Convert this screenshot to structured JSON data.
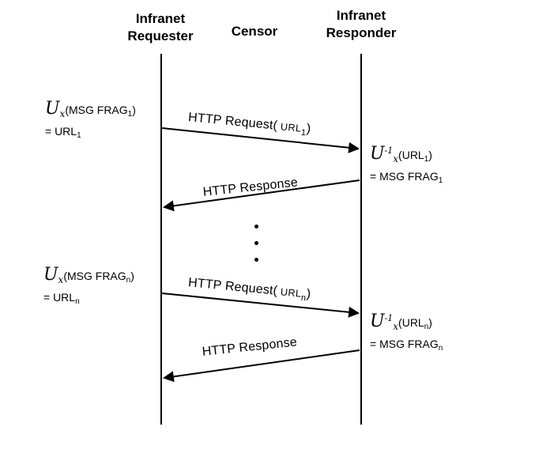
{
  "headers": {
    "requester": {
      "line1": "Infranet",
      "line2": "Requester"
    },
    "censor": {
      "label": "Censor"
    },
    "responder": {
      "line1": "Infranet",
      "line2": "Responder"
    }
  },
  "annotations": {
    "encode1": {
      "func": "U",
      "func_sub": "x",
      "arg": "(MSG FRAG",
      "arg_sub": "1",
      "close": ")",
      "result": "= URL",
      "result_sub": "1"
    },
    "decode1": {
      "func": "U",
      "func_sup": "-1",
      "func_sub": "x",
      "arg": "(URL",
      "arg_sub": "1",
      "close": ")",
      "result": "= MSG FRAG",
      "result_sub": "1"
    },
    "encoden": {
      "func": "U",
      "func_sub": "x",
      "arg": "(MSG FRAG",
      "arg_sub": "n",
      "close": ")",
      "result": "= URL",
      "result_sub": "n"
    },
    "decoden": {
      "func": "U",
      "func_sup": "-1",
      "func_sub": "x",
      "arg": "(URL",
      "arg_sub": "n",
      "close": ")",
      "result": "= MSG FRAG",
      "result_sub": "n"
    }
  },
  "messages": {
    "request1": {
      "prefix": "HTTP Request(",
      "url": " URL",
      "sub": "1",
      "close": ")"
    },
    "response1": {
      "label": "HTTP Response"
    },
    "requestn": {
      "prefix": "HTTP Request(",
      "url": " URL",
      "sub": "n",
      "close": ")"
    },
    "responsen": {
      "label": "HTTP Response"
    }
  }
}
